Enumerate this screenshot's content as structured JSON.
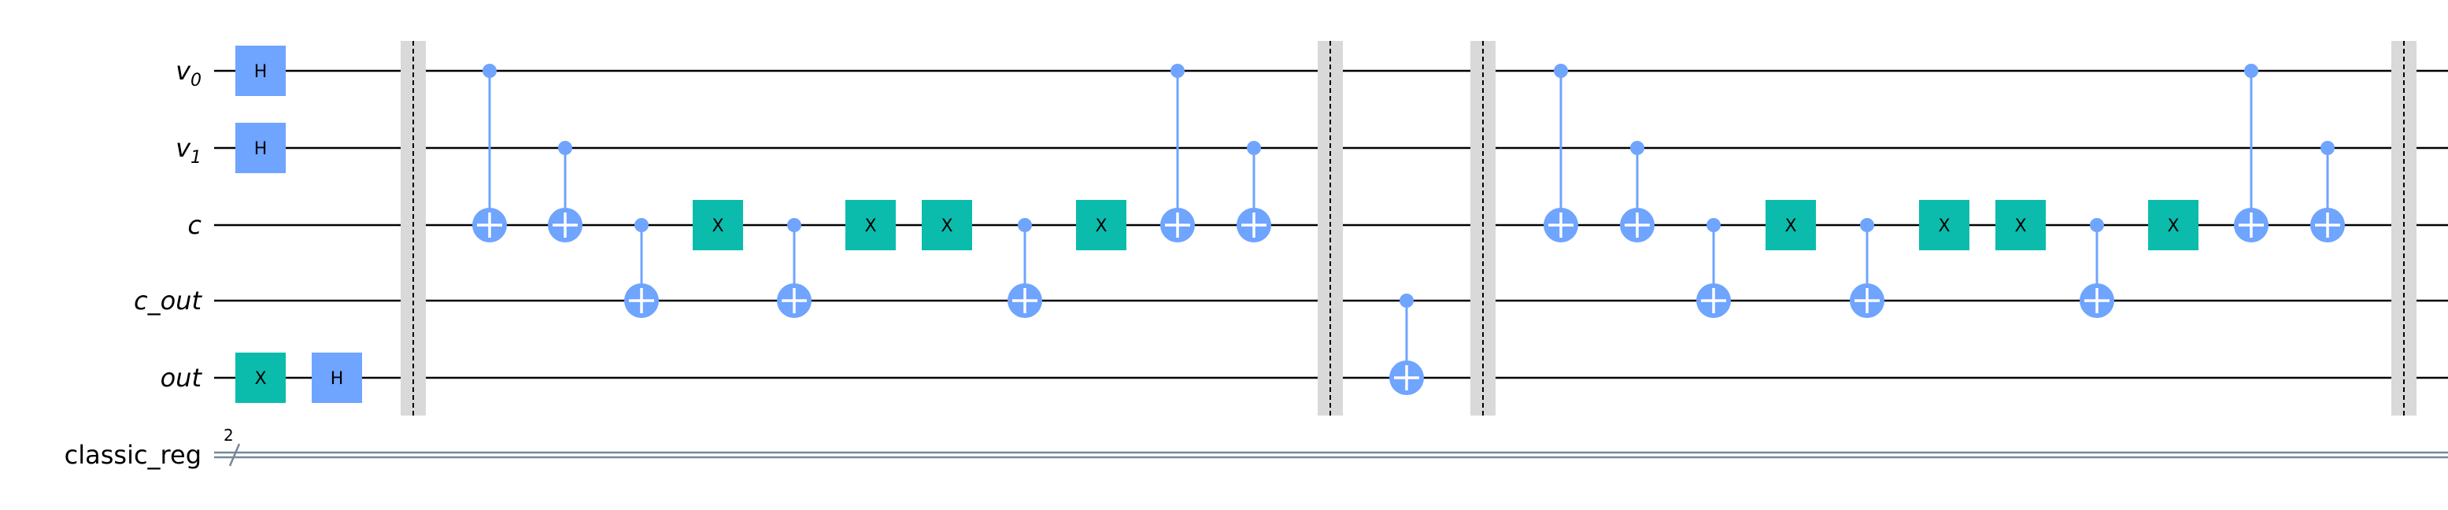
{
  "wires": [
    {
      "id": "v0",
      "base": "v",
      "sub": "0",
      "italic": true
    },
    {
      "id": "v1",
      "base": "v",
      "sub": "1",
      "italic": true
    },
    {
      "id": "c",
      "base": "c",
      "sub": "",
      "italic": true
    },
    {
      "id": "c_out",
      "base": "c_out",
      "sub": "",
      "italic": true
    },
    {
      "id": "out",
      "base": "out",
      "sub": "",
      "italic": true
    },
    {
      "id": "classic_reg",
      "base": "classic_reg",
      "sub": "",
      "italic": false,
      "classical": true,
      "bits": "2"
    }
  ],
  "colors": {
    "h_gate": "#6fa4ff",
    "x_gate": "#0bbcad",
    "cnot": "#6fa4ff",
    "barrier": "#d9d9d9",
    "wire": "#000000"
  },
  "gate_labels": {
    "h": "H",
    "x": "X"
  },
  "operations": [
    {
      "type": "H",
      "wire": 0,
      "col": 0
    },
    {
      "type": "H",
      "wire": 1,
      "col": 0
    },
    {
      "type": "X",
      "wire": 4,
      "col": 0
    },
    {
      "type": "H",
      "wire": 4,
      "col": 1
    },
    {
      "type": "barrier",
      "col": 2
    },
    {
      "type": "CX",
      "control": 0,
      "target": 2,
      "col": 3
    },
    {
      "type": "CX",
      "control": 1,
      "target": 2,
      "col": 4
    },
    {
      "type": "CX",
      "control": 2,
      "target": 3,
      "col": 5
    },
    {
      "type": "X",
      "wire": 2,
      "col": 6
    },
    {
      "type": "CX",
      "control": 2,
      "target": 3,
      "col": 7
    },
    {
      "type": "X",
      "wire": 2,
      "col": 8
    },
    {
      "type": "X",
      "wire": 2,
      "col": 9
    },
    {
      "type": "CX",
      "control": 2,
      "target": 3,
      "col": 10
    },
    {
      "type": "X",
      "wire": 2,
      "col": 11
    },
    {
      "type": "CX",
      "control": 0,
      "target": 2,
      "col": 12
    },
    {
      "type": "CX",
      "control": 1,
      "target": 2,
      "col": 13
    },
    {
      "type": "barrier",
      "col": 14
    },
    {
      "type": "CX",
      "control": 3,
      "target": 4,
      "col": 15
    },
    {
      "type": "barrier",
      "col": 16
    },
    {
      "type": "CX",
      "control": 0,
      "target": 2,
      "col": 17
    },
    {
      "type": "CX",
      "control": 1,
      "target": 2,
      "col": 18
    },
    {
      "type": "CX",
      "control": 2,
      "target": 3,
      "col": 19
    },
    {
      "type": "X",
      "wire": 2,
      "col": 20
    },
    {
      "type": "CX",
      "control": 2,
      "target": 3,
      "col": 21
    },
    {
      "type": "X",
      "wire": 2,
      "col": 22
    },
    {
      "type": "X",
      "wire": 2,
      "col": 23
    },
    {
      "type": "CX",
      "control": 2,
      "target": 3,
      "col": 24
    },
    {
      "type": "X",
      "wire": 2,
      "col": 25
    },
    {
      "type": "CX",
      "control": 0,
      "target": 2,
      "col": 26
    },
    {
      "type": "CX",
      "control": 1,
      "target": 2,
      "col": 27
    },
    {
      "type": "barrier",
      "col": 28
    }
  ]
}
